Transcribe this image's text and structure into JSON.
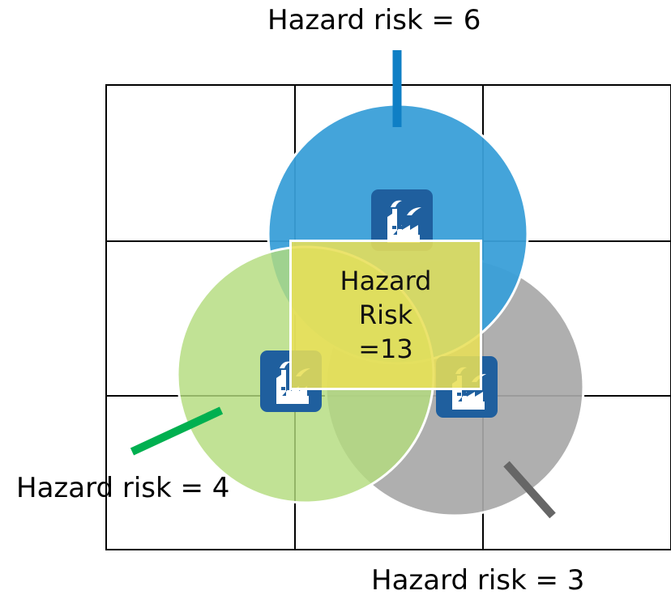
{
  "labels": {
    "top": "Hazard risk = 6",
    "left": "Hazard risk = 4",
    "bottom": "Hazard risk = 3"
  },
  "center_box": {
    "line1": "Hazard",
    "line2": "Risk",
    "line3": "=13"
  },
  "colors": {
    "blue_circle": "#3a9fd8",
    "green_circle": "#b3dc7e",
    "gray_circle": "#a8a8a8",
    "center_box": "#e8df58",
    "factory_icon_bg": "#1f5f9e",
    "blue_pointer": "#0f7fc5",
    "green_pointer": "#00b050",
    "gray_pointer": "#666666"
  },
  "icons": [
    "factory-icon",
    "factory-icon",
    "factory-icon"
  ]
}
